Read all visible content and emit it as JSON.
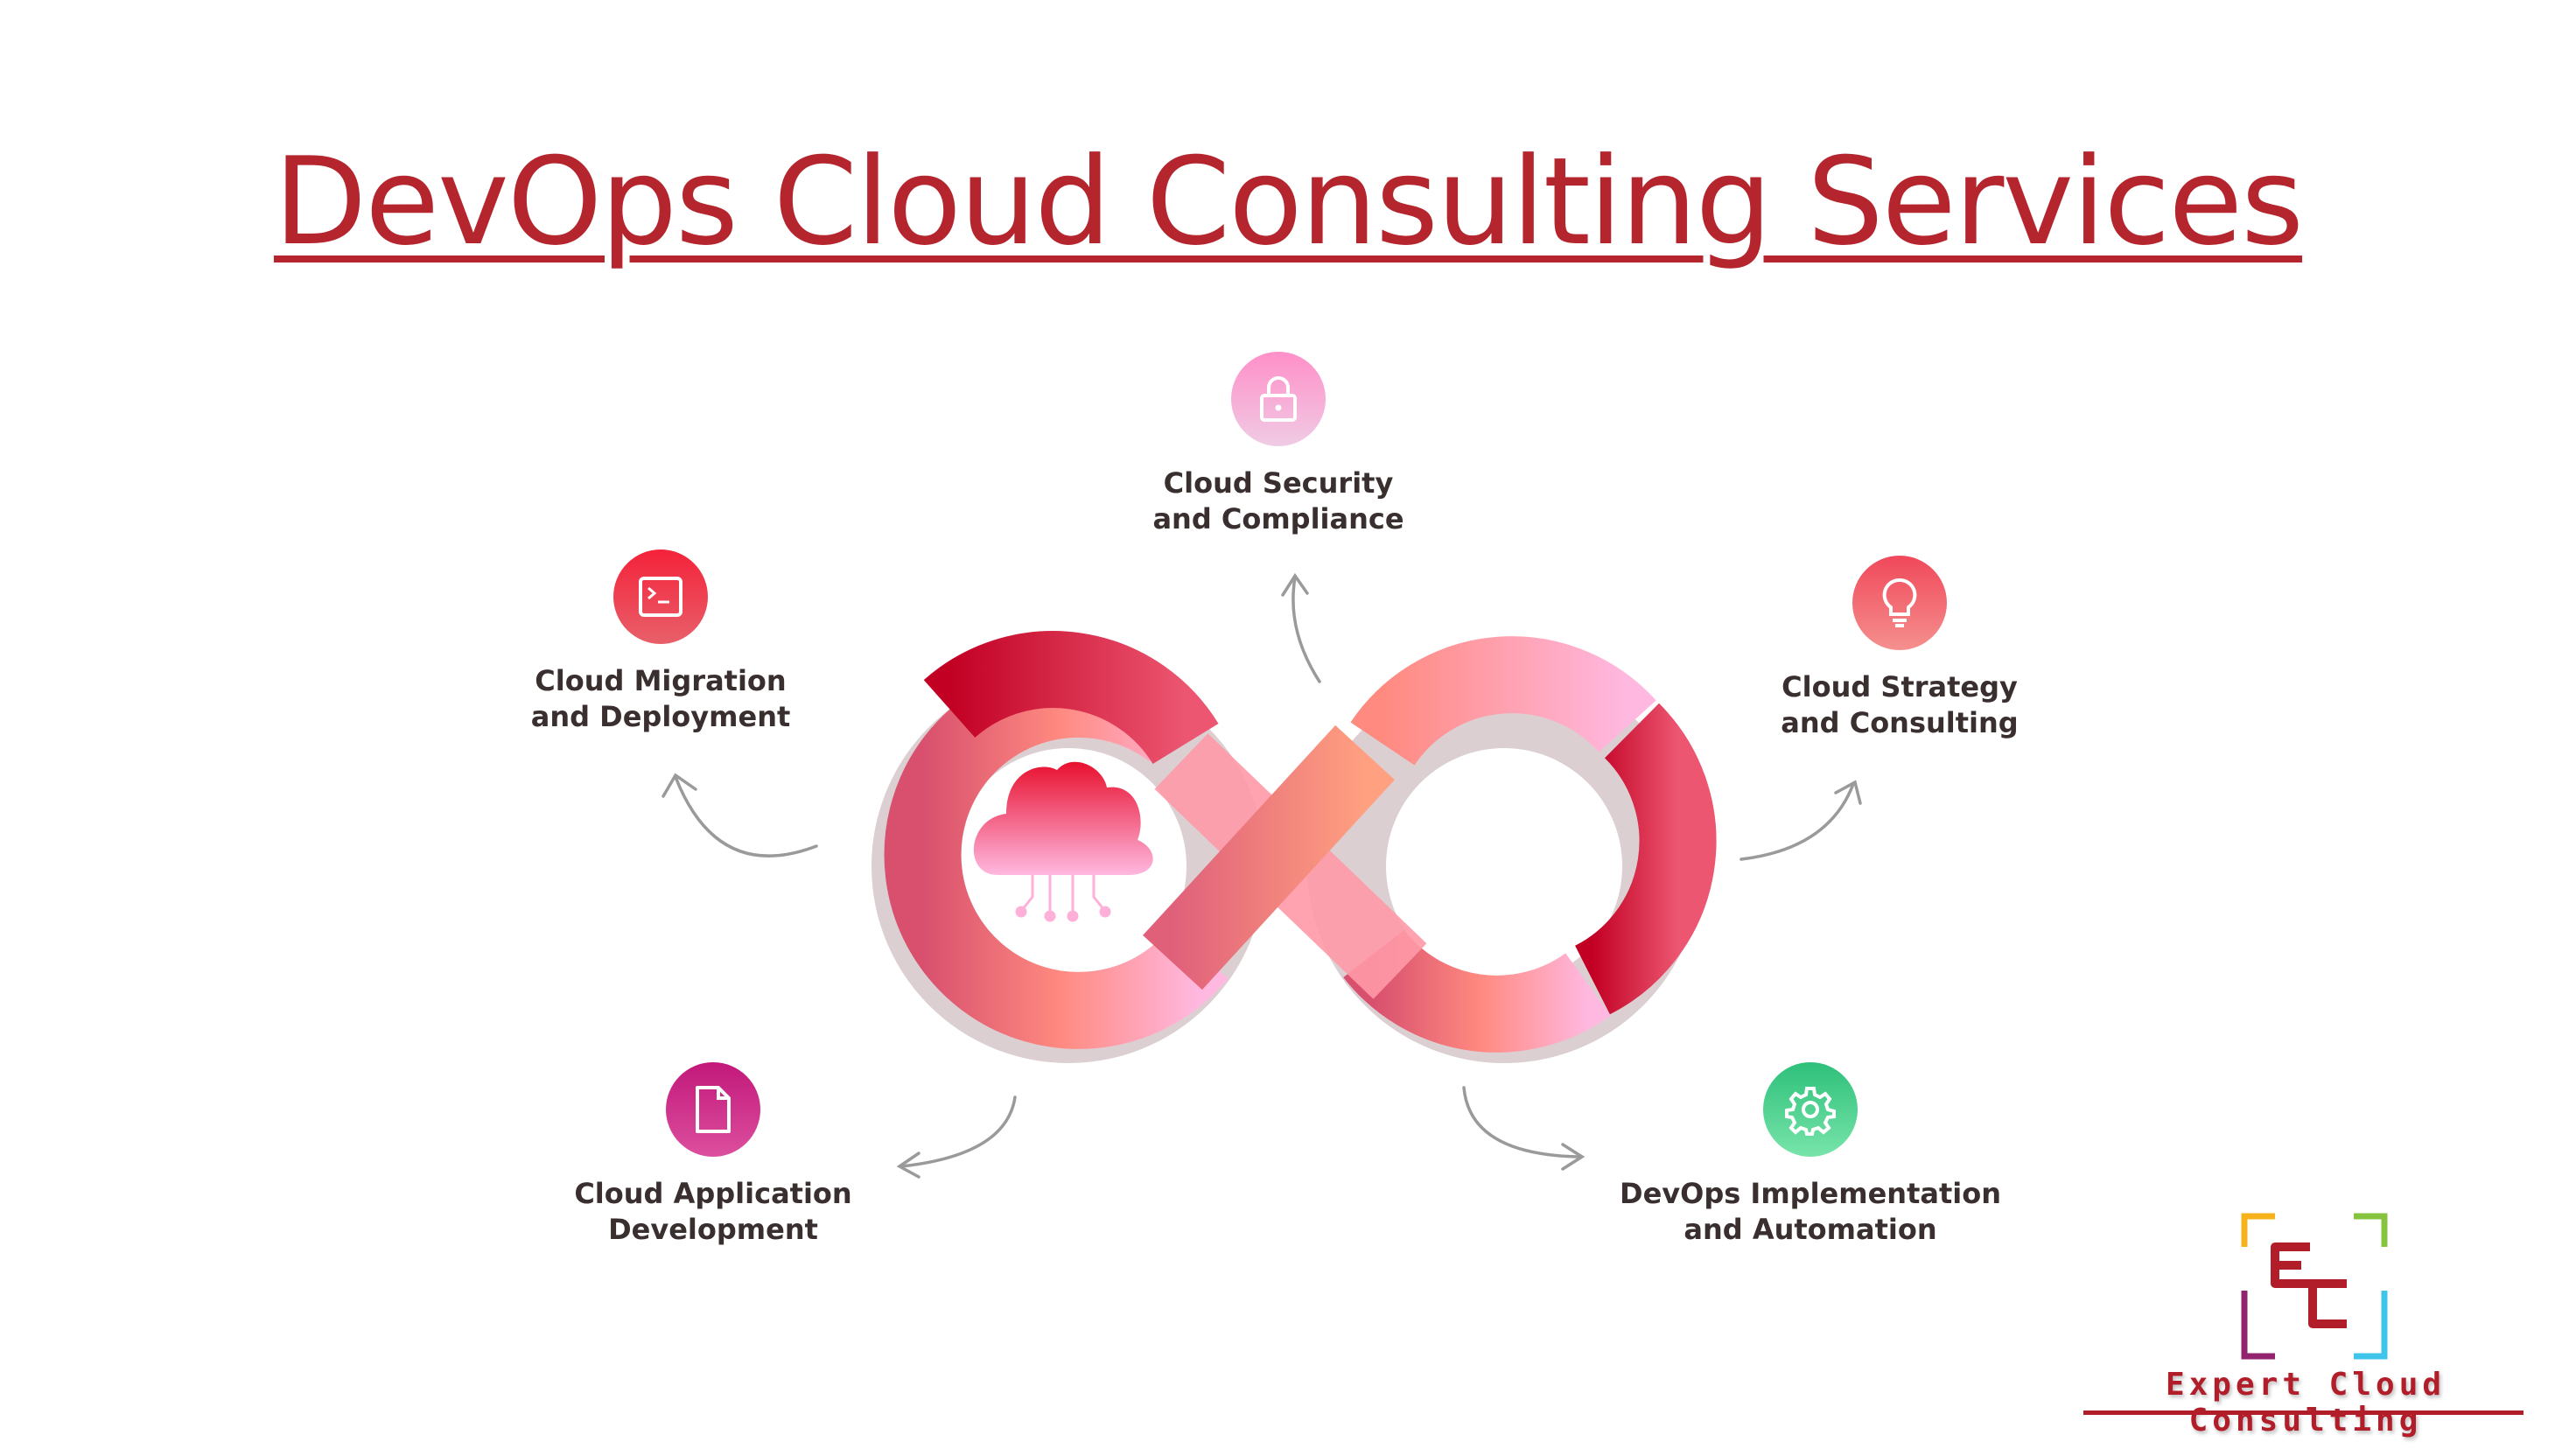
{
  "title": "DevOps Cloud Consulting Services",
  "services": [
    {
      "id": "security",
      "line1": "Cloud Security",
      "line2": "and Compliance",
      "icon": "lock-icon",
      "color_top": "#ff8fc8",
      "color_bottom": "#f0cbe4"
    },
    {
      "id": "migration",
      "line1": "Cloud Migration",
      "line2": "and Deployment",
      "icon": "terminal-icon",
      "color_top": "#f4223a",
      "color_bottom": "#e8525a"
    },
    {
      "id": "strategy",
      "line1": "Cloud Strategy",
      "line2": "and Consulting",
      "icon": "lightbulb-icon",
      "color_top": "#f0485a",
      "color_bottom": "#f38a8a"
    },
    {
      "id": "application",
      "line1": "Cloud Application",
      "line2": "Development",
      "icon": "document-icon",
      "color_top": "#c2187a",
      "color_bottom": "#d8479a"
    },
    {
      "id": "automation",
      "line1": "DevOps Implementation",
      "line2": "and Automation",
      "icon": "gear-icon",
      "color_top": "#2ec07a",
      "color_bottom": "#6fe0a4"
    }
  ],
  "logo": {
    "initials": "EC",
    "name": "Expert Cloud Consulting"
  },
  "colors": {
    "title": "#b5252d",
    "brand": "#b11e2a"
  }
}
